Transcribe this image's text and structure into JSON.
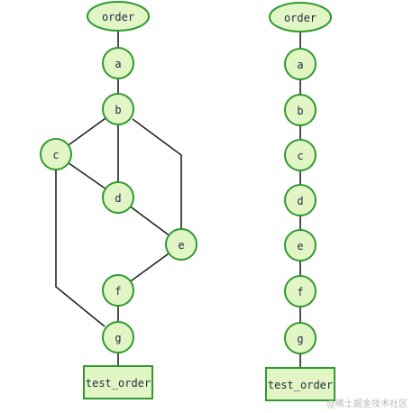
{
  "diagrams": [
    {
      "name": "left-graph",
      "nodes": [
        {
          "id": "order",
          "label": "order",
          "shape": "ellipse"
        },
        {
          "id": "a",
          "label": "a",
          "shape": "circle"
        },
        {
          "id": "b",
          "label": "b",
          "shape": "circle"
        },
        {
          "id": "c",
          "label": "c",
          "shape": "circle"
        },
        {
          "id": "d",
          "label": "d",
          "shape": "circle"
        },
        {
          "id": "e",
          "label": "e",
          "shape": "circle"
        },
        {
          "id": "f",
          "label": "f",
          "shape": "circle"
        },
        {
          "id": "g",
          "label": "g",
          "shape": "circle"
        },
        {
          "id": "test_order",
          "label": "test_order",
          "shape": "box"
        }
      ],
      "edges": [
        [
          "order",
          "a"
        ],
        [
          "a",
          "b"
        ],
        [
          "b",
          "c"
        ],
        [
          "b",
          "d"
        ],
        [
          "b",
          "e"
        ],
        [
          "c",
          "d"
        ],
        [
          "c",
          "g"
        ],
        [
          "d",
          "e"
        ],
        [
          "e",
          "f"
        ],
        [
          "f",
          "g"
        ],
        [
          "g",
          "test_order"
        ]
      ]
    },
    {
      "name": "right-graph",
      "nodes": [
        {
          "id": "order",
          "label": "order",
          "shape": "ellipse"
        },
        {
          "id": "a",
          "label": "a",
          "shape": "circle"
        },
        {
          "id": "b",
          "label": "b",
          "shape": "circle"
        },
        {
          "id": "c",
          "label": "c",
          "shape": "circle"
        },
        {
          "id": "d",
          "label": "d",
          "shape": "circle"
        },
        {
          "id": "e",
          "label": "e",
          "shape": "circle"
        },
        {
          "id": "f",
          "label": "f",
          "shape": "circle"
        },
        {
          "id": "g",
          "label": "g",
          "shape": "circle"
        },
        {
          "id": "test_order",
          "label": "test_order",
          "shape": "box"
        }
      ],
      "edges": [
        [
          "order",
          "a"
        ],
        [
          "a",
          "b"
        ],
        [
          "b",
          "c"
        ],
        [
          "c",
          "d"
        ],
        [
          "d",
          "e"
        ],
        [
          "e",
          "f"
        ],
        [
          "f",
          "g"
        ],
        [
          "g",
          "test_order"
        ]
      ]
    }
  ],
  "colors": {
    "node_fill": "#e2f5c4",
    "node_stroke": "#2f9a2f",
    "edge": "#222222",
    "text": "#1f2a44"
  },
  "watermark": "@稀土掘金技术社区"
}
